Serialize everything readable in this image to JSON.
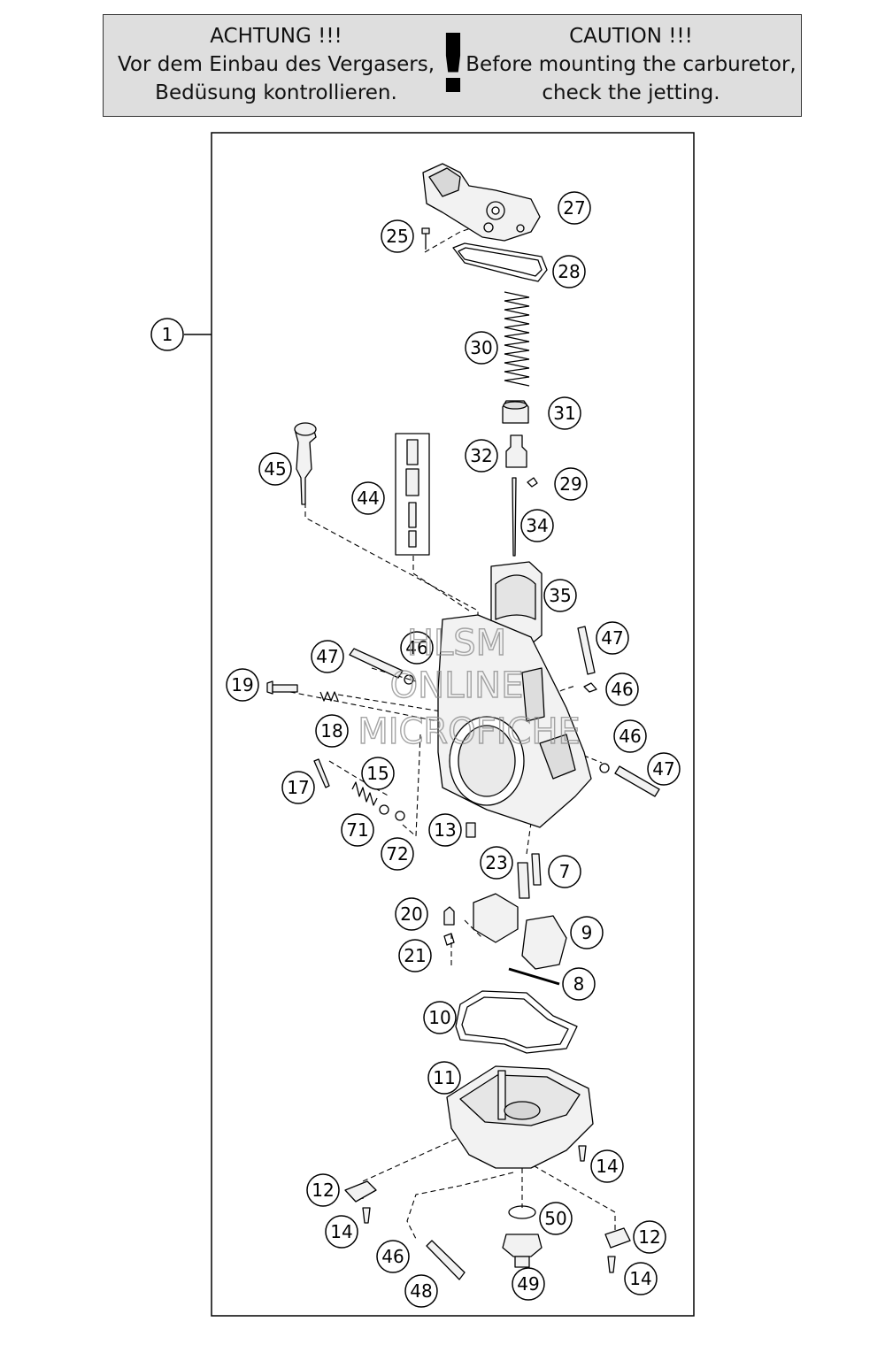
{
  "warning": {
    "de_lines": [
      "ACHTUNG !!!",
      "Vor dem Einbau des Vergasers,",
      "Bedüsung kontrollieren."
    ],
    "bang": "!",
    "en_lines": [
      "CAUTION !!!",
      "Before mounting the carburetor,",
      "check the jetting."
    ]
  },
  "watermark": [
    "HLSM",
    "ONLINE",
    "MICROFICHE"
  ],
  "callouts": [
    "1",
    "27",
    "25",
    "28",
    "30",
    "31",
    "32",
    "29",
    "34",
    "45",
    "44",
    "35",
    "47",
    "46",
    "47",
    "19",
    "46",
    "18",
    "46",
    "47",
    "17",
    "15",
    "71",
    "72",
    "13",
    "23",
    "7",
    "20",
    "9",
    "21",
    "8",
    "10",
    "11",
    "14",
    "12",
    "14",
    "50",
    "12",
    "46",
    "49",
    "14",
    "48"
  ],
  "colors": {
    "box_bg": "#dedede",
    "line": "#000000",
    "part_fill": "#f2f2f2",
    "watermark": "#888888"
  }
}
